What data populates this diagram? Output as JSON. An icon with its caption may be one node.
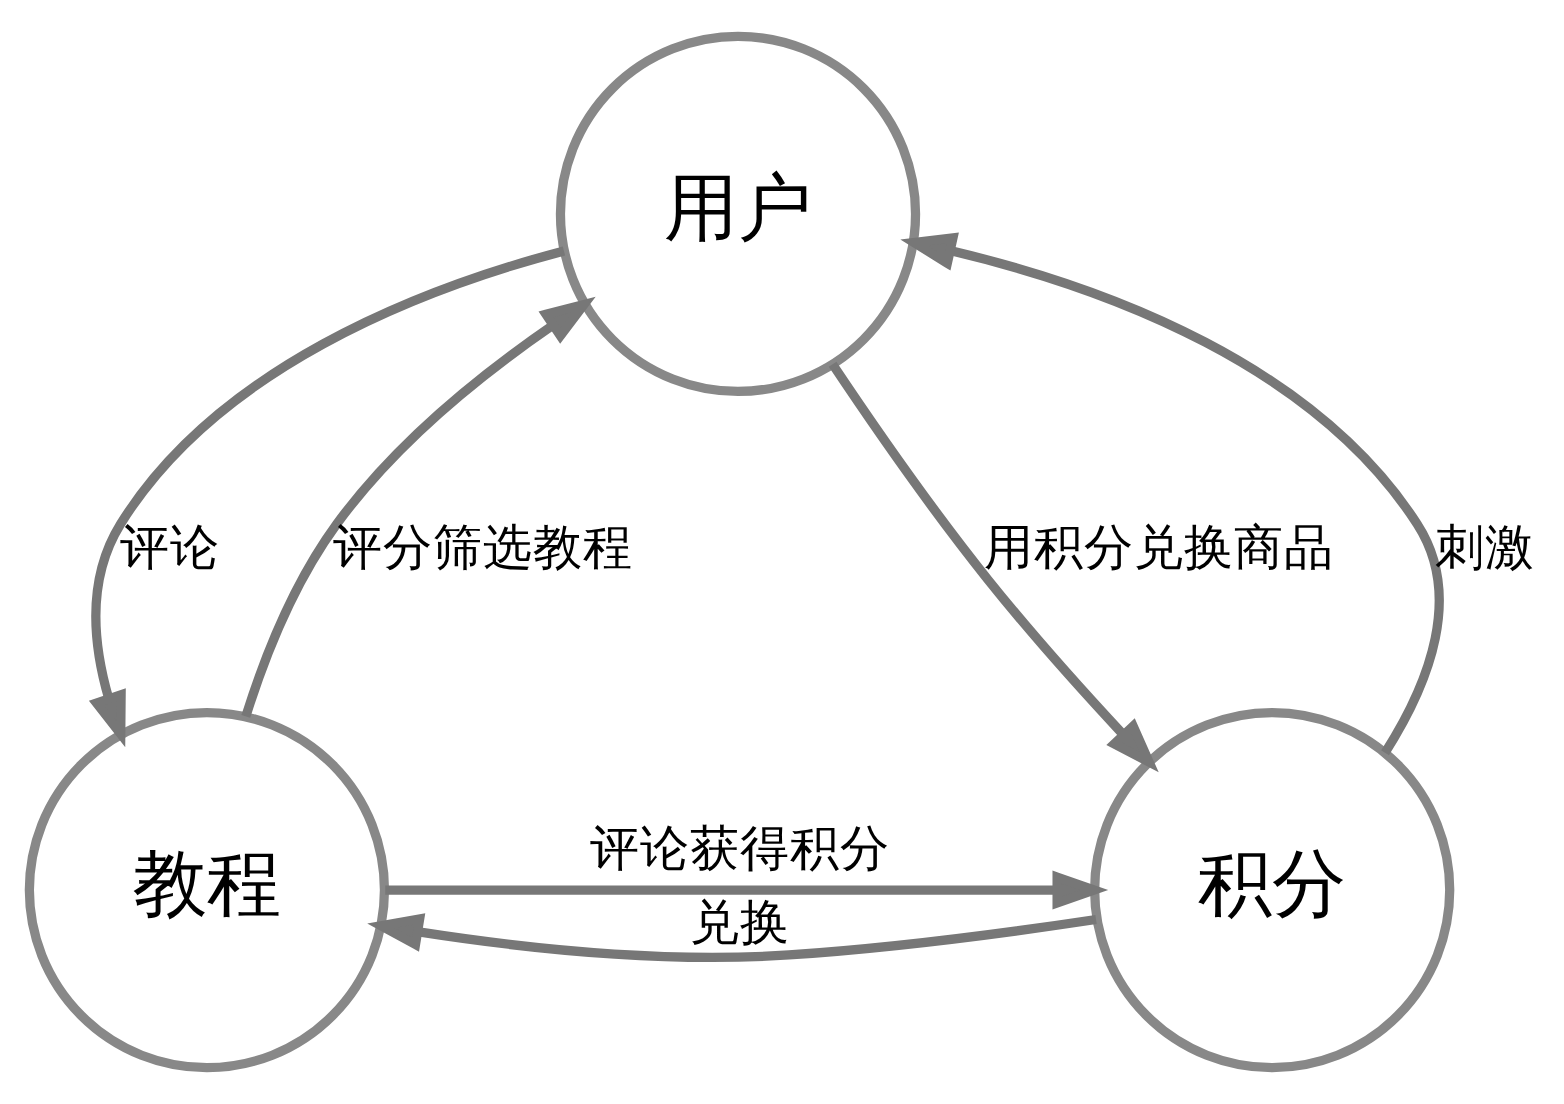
{
  "diagram": {
    "nodes": [
      {
        "text": [
          "用户"
        ]
      },
      {
        "text": [
          "教程"
        ]
      },
      {
        "text": [
          "积分"
        ]
      }
    ],
    "edges": [
      {
        "from": 1,
        "to": 0,
        "arrow": "to",
        "label": "评分筛选教程"
      },
      {
        "from": 0,
        "to": 1,
        "arrow": "to",
        "label": "评论"
      },
      {
        "from": 2,
        "to": 0,
        "arrow": "to",
        "label": "刺激"
      },
      {
        "from": 0,
        "to": 2,
        "arrow": "to",
        "label": "用积分兑换商品"
      },
      {
        "from": 1,
        "to": 2,
        "arrow": "to",
        "label": "评论获得积分"
      },
      {
        "from": 2,
        "to": 1,
        "arrow": "to",
        "label": "兑换"
      }
    ]
  }
}
